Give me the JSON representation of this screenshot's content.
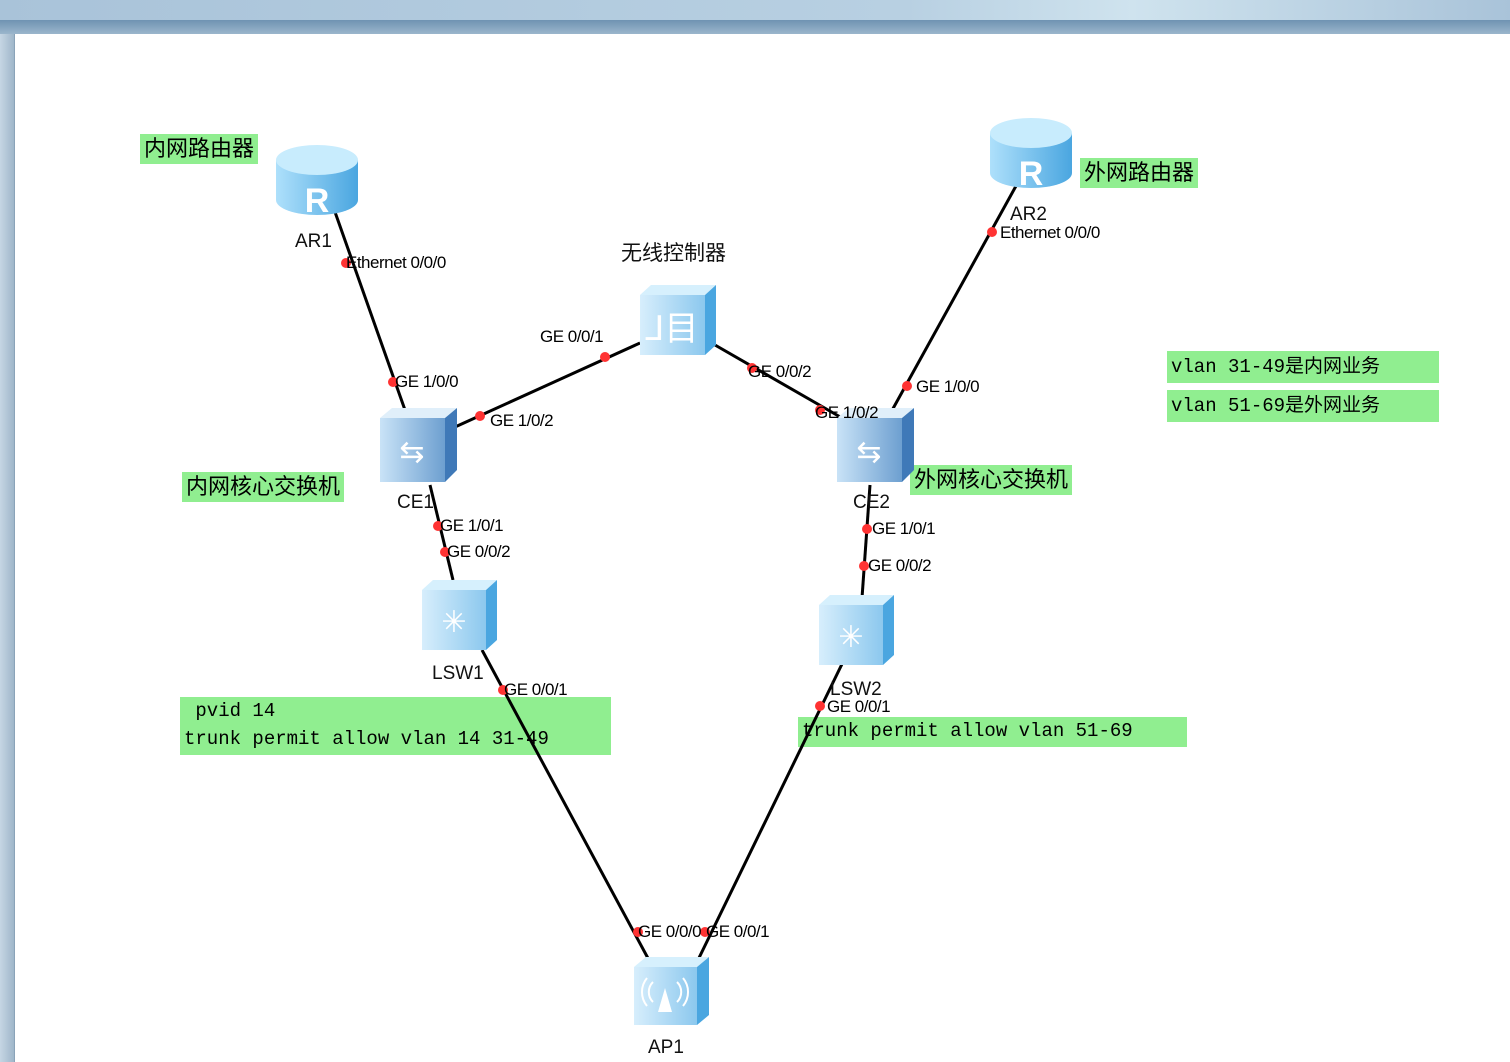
{
  "window": {
    "title_bar": ""
  },
  "notes": {
    "inner_router": "内网路由器",
    "outer_router": "外网路由器",
    "inner_core": "内网核心交换机",
    "outer_core": "外网核心交换机",
    "vlan_inner": "vlan 31-49是内网业务",
    "vlan_outer": "vlan 51-69是外网业务",
    "lsw1_pvid": " pvid 14",
    "lsw1_trunk": "trunk permit allow vlan 14 31-49",
    "lsw2_trunk": "trunk permit allow vlan 51-69"
  },
  "devices": {
    "ar1": "AR1",
    "ar2": "AR2",
    "ac": "无线控制器",
    "ce1": "CE1",
    "ce2": "CE2",
    "lsw1": "LSW1",
    "lsw2": "LSW2",
    "ap1": "AP1"
  },
  "ports": {
    "ar1_eth": "Ethernet 0/0/0",
    "ce1_ge100": "GE 1/0/0",
    "ac_ge001": "GE 0/0/1",
    "ce1_ge102": "GE 1/0/2",
    "ac_ge002": "GE 0/0/2",
    "ce2_ge102": "GE 1/0/2",
    "ar2_eth": "Ethernet 0/0/0",
    "ce2_ge100": "GE 1/0/0",
    "ce1_ge101": "GE 1/0/1",
    "lsw1_ge002": "GE 0/0/2",
    "ce2_ge101": "GE 1/0/1",
    "lsw2_ge002": "GE 0/0/2",
    "lsw1_ge001": "GE 0/0/1",
    "ap1_ge000": "GE 0/0/0",
    "lsw2_ge001": "GE 0/0/1",
    "ap1_ge001": "GE 0/0/1"
  },
  "colors": {
    "note_bg": "#90ee90",
    "link": "#000000",
    "port_dot": "#ff3333",
    "device": "#7fc8f0"
  }
}
